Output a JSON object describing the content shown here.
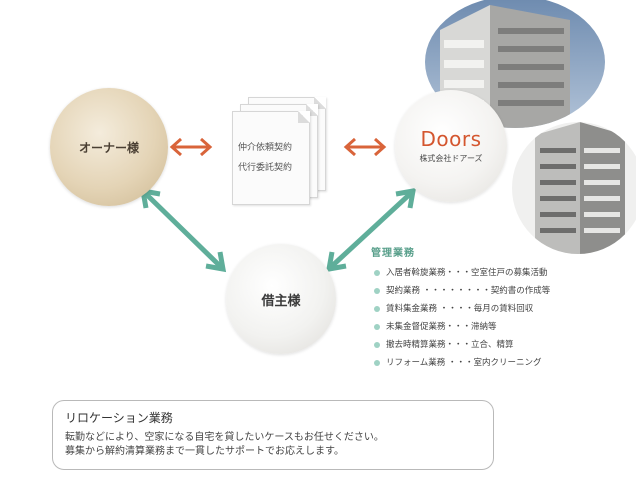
{
  "diagram": {
    "owner_label": "オーナー様",
    "tenant_label": "借主様",
    "doors_logo": "Doors",
    "doors_company": "株式会社ドアーズ",
    "contracts": [
      "仲介依頼契約",
      "代行委託契約"
    ],
    "management": {
      "title": "管理業務",
      "items": [
        "入居者斡旋業務・・・空室住戸の募集活動",
        "契約業務 ・・・・・・・・契約書の作成等",
        "賃料集金業務 ・・・・毎月の賃料回収",
        "未集金督促業務・・・滞納等",
        "撤去時精算業務・・・立合、精算",
        "リフォーム業務 ・・・室内クリーニング"
      ]
    },
    "colors": {
      "orange_arrow": "#d9643a",
      "green_arrow": "#5fae9a",
      "brand": "#d4562f"
    }
  },
  "relocation": {
    "title": "リロケーション業務",
    "lines": [
      "転勤などにより、空家になる自宅を貸したいケースもお任せください。",
      "募集から解約清算業務まで一貫したサポートでお応えします。"
    ]
  }
}
